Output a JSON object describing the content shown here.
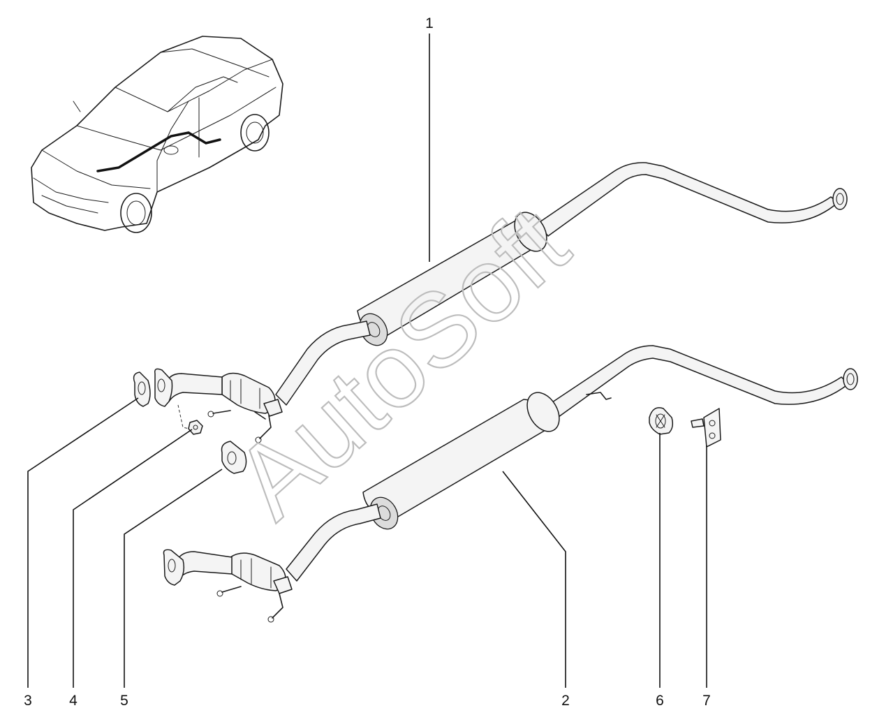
{
  "watermark": "AutoSoft",
  "callouts": [
    "1",
    "2",
    "3",
    "4",
    "5",
    "6",
    "7"
  ],
  "colors": {
    "line": "#1a1a1a",
    "watermark_stroke": "#bdbdbd",
    "background": "#ffffff"
  }
}
